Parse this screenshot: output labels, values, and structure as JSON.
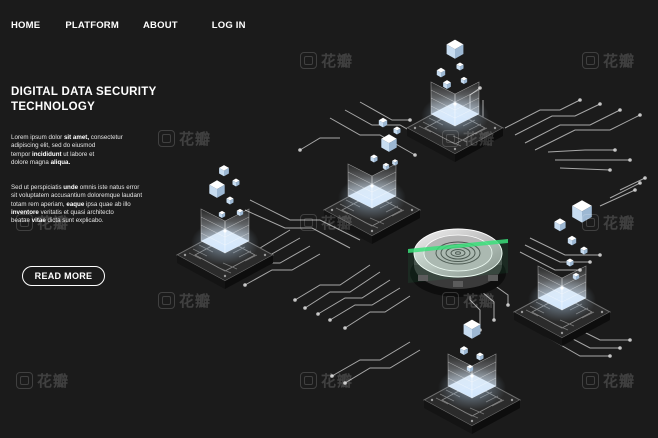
{
  "nav": {
    "items": [
      "HOME",
      "PLATFORM",
      "ABOUT",
      "LOG IN"
    ]
  },
  "hero": {
    "title_line1": "DIGITAL DATA SECURITY",
    "title_line2": "TECHNOLOGY"
  },
  "paragraph1": {
    "l1a": "Lorem ipsum dolor ",
    "l1b": "sit amet,",
    "l1c": " consectetur",
    "l2": "adipiscing elit, sed do eiusmod",
    "l3a": "tempor ",
    "l3b": "incididunt",
    "l3c": " ut labore et",
    "l4a": "dolore magna ",
    "l4b": "aliqua."
  },
  "paragraph2": {
    "l1a": "Sed ut perspiciatis ",
    "l1b": "unde",
    "l1c": " omnis iste natus error",
    "l2": "sit voluptatem accusantium doloremque laudant",
    "l3a": "totam rem aperiam, ",
    "l3b": "eaque",
    "l3c": " ipsa quae ab illo",
    "l4a": " ",
    "l4b": "inventore",
    "l4c": " veritatis et quasi architecto",
    "l5a": "beatae ",
    "l5b": "vitae",
    "l5c": " dicta sunt explicabo."
  },
  "cta": {
    "label": "READ MORE"
  },
  "watermark": {
    "text": "花瓣"
  },
  "colors": {
    "background": "#1b1b1b",
    "text": "#ffffff",
    "circuit": "#d8d8d8",
    "chip": "#2c2c2c",
    "hologram": "#cfe6ff",
    "scan_beam": "#39e07a"
  },
  "icons": [
    "fingerprint-icon"
  ]
}
